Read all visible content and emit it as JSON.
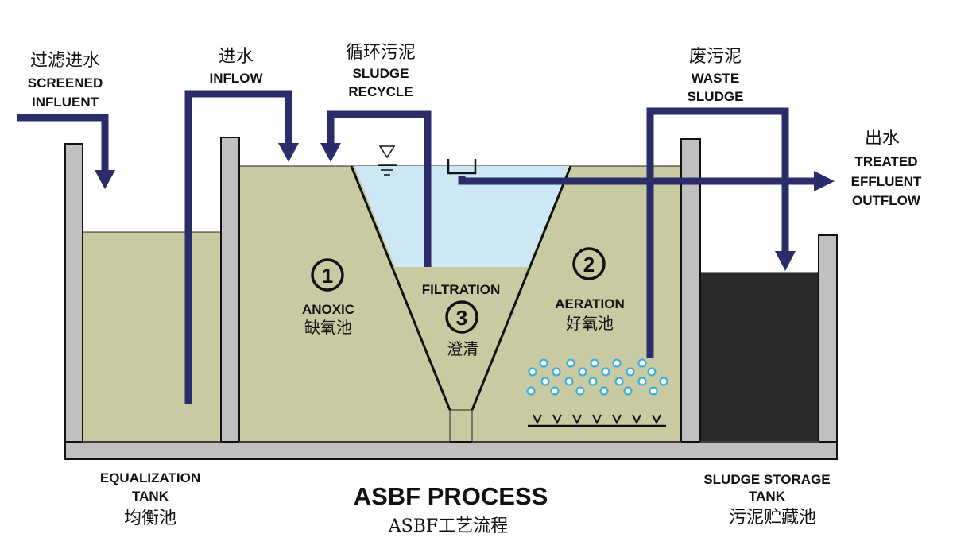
{
  "title": "ASBF PROCESS",
  "subtitle": "ASBF工艺流程",
  "inputs": {
    "screened_influent": {
      "zh": "过滤进水",
      "en_line1": "SCREENED",
      "en_line2": "INFLUENT"
    },
    "inflow": {
      "zh": "进水",
      "en": "INFLOW"
    },
    "sludge_recycle": {
      "zh": "循环污泥",
      "en_line1": "SLUDGE",
      "en_line2": "RECYCLE"
    },
    "waste_sludge": {
      "zh": "废污泥",
      "en_line1": "WASTE",
      "en_line2": "SLUDGE"
    },
    "treated_effluent": {
      "zh": "出水",
      "en_line1": "TREATED",
      "en_line2": "EFFLUENT",
      "en_line3": "OUTFLOW"
    }
  },
  "zones": {
    "anoxic": {
      "number": "1",
      "en": "ANOXIC",
      "zh": "缺氧池"
    },
    "aeration": {
      "number": "2",
      "en": "AERATION",
      "zh": "好氧池"
    },
    "filtration": {
      "number": "3",
      "en": "FILTRATION",
      "zh": "澄清"
    }
  },
  "tanks": {
    "equalization": {
      "en_line1": "EQUALIZATION",
      "en_line2": "TANK",
      "zh": "均衡池"
    },
    "sludge_storage": {
      "en_line1": "SLUDGE STORAGE",
      "en_line2": "TANK",
      "zh": "污泥贮藏池"
    }
  },
  "colors": {
    "pipe": "#2b2d6b",
    "wall": "#c0c0c0",
    "liquid": "#c9caa2",
    "clear_water": "#cde8f5",
    "sludge": "#2a2a2a",
    "bubble": "#39aee0"
  }
}
